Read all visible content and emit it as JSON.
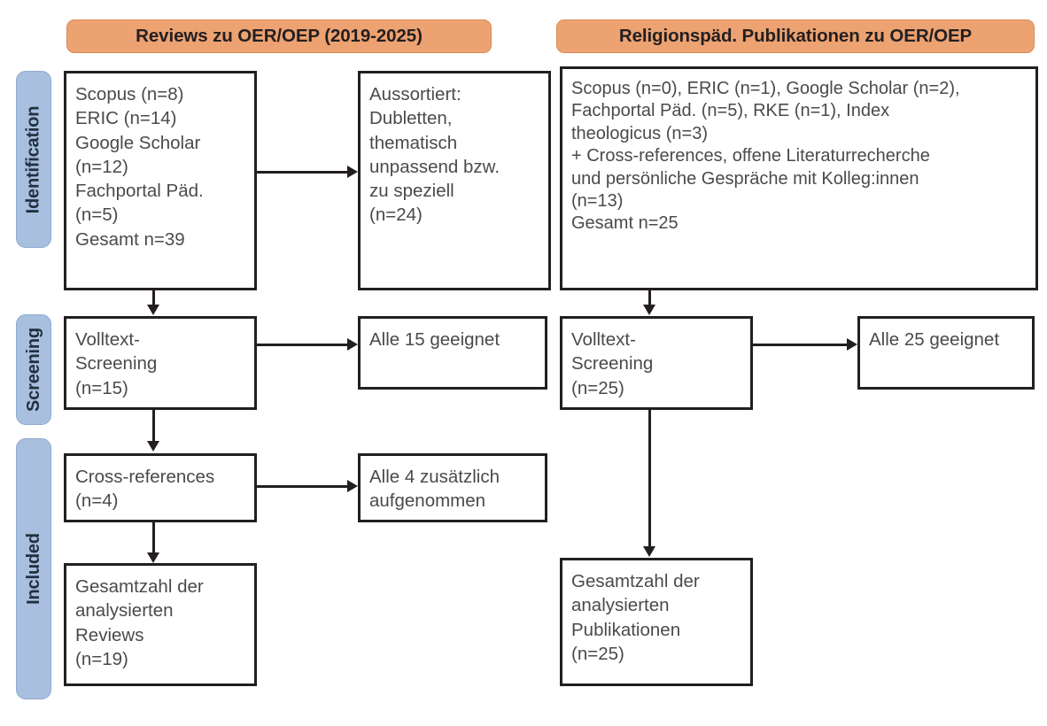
{
  "columns": [
    {
      "id": "reviews",
      "header": "Reviews zu OER/OEP (2019-2025)"
    },
    {
      "id": "religionspaed",
      "header": "Religionspäd. Publikationen zu OER/OEP"
    }
  ],
  "stages": [
    {
      "id": "identification",
      "label": "Identification"
    },
    {
      "id": "screening",
      "label": "Screening"
    },
    {
      "id": "included",
      "label": "Included"
    }
  ],
  "left_column": {
    "identification_box": {
      "lines": [
        "Scopus (n=8)",
        "ERIC (n=14)",
        "Google Scholar",
        "(n=12)",
        "Fachportal Päd.",
        "(n=5)",
        "Gesamt n=39"
      ]
    },
    "excluded_box": {
      "lines": [
        "Aussortiert:",
        "Dubletten,",
        "thematisch",
        "unpassend bzw.",
        "zu speziell",
        "(n=24)"
      ]
    },
    "screening_box": {
      "lines": [
        "Volltext-",
        "Screening",
        "(n=15)"
      ]
    },
    "screening_result_box": {
      "lines": [
        "Alle 15 geeignet"
      ]
    },
    "crossref_box": {
      "lines": [
        "Cross-references",
        "(n=4)"
      ]
    },
    "crossref_result_box": {
      "lines": [
        "Alle 4 zusätzlich",
        "aufgenommen"
      ]
    },
    "included_box": {
      "lines": [
        "Gesamtzahl der",
        "analysierten",
        "Reviews",
        "(n=19)"
      ]
    }
  },
  "right_column": {
    "identification_box": {
      "lines": [
        "Scopus (n=0), ERIC (n=1), Google Scholar (n=2),",
        "Fachportal Päd. (n=5), RKE (n=1), Index",
        "theologicus (n=3)",
        "+ Cross-references, offene Literaturrecherche",
        "und persönliche Gespräche mit Kolleg:innen",
        "(n=13)",
        "Gesamt n=25"
      ]
    },
    "screening_box": {
      "lines": [
        "Volltext-",
        "Screening",
        "(n=25)"
      ]
    },
    "screening_result_box": {
      "lines": [
        "Alle 25 geeignet"
      ]
    },
    "included_box": {
      "lines": [
        "Gesamtzahl der",
        "analysierten",
        "Publikationen",
        "(n=25)"
      ]
    }
  },
  "colors": {
    "header_fill": "#eda271",
    "stage_pill_fill": "#a8bfdf",
    "box_border": "#231f20",
    "box_text": "#4a4a4c",
    "background": "#ffffff"
  }
}
